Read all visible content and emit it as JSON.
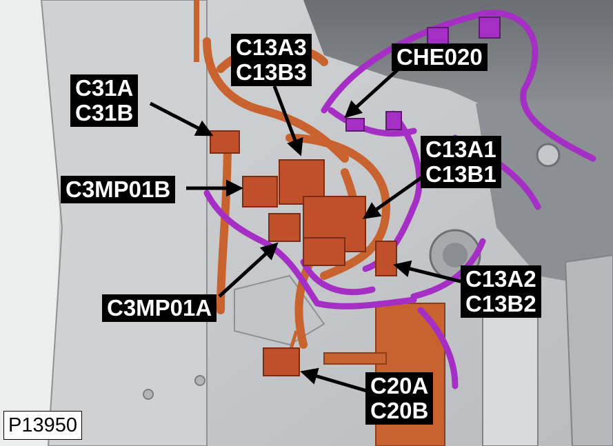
{
  "callouts": {
    "c31": [
      "C31A",
      "C31B"
    ],
    "c13_3": [
      "C13A3",
      "C13B3"
    ],
    "che020": [
      "CHE020"
    ],
    "c3mp01b": [
      "C3MP01B"
    ],
    "c13_1": [
      "C13A1",
      "C13B1"
    ],
    "c3mp01a": [
      "C3MP01A"
    ],
    "c13_2": [
      "C13A2",
      "C13B2"
    ],
    "c20": [
      "C20A",
      "C20B"
    ]
  },
  "figure_id": "P13950",
  "colors": {
    "harness_copper": "#c8622e",
    "harness_purple": "#a52fc4",
    "connector": "#c0502a",
    "panel_grey": "#c9cbcd",
    "callout_bg": "#000000",
    "callout_text": "#ffffff"
  }
}
